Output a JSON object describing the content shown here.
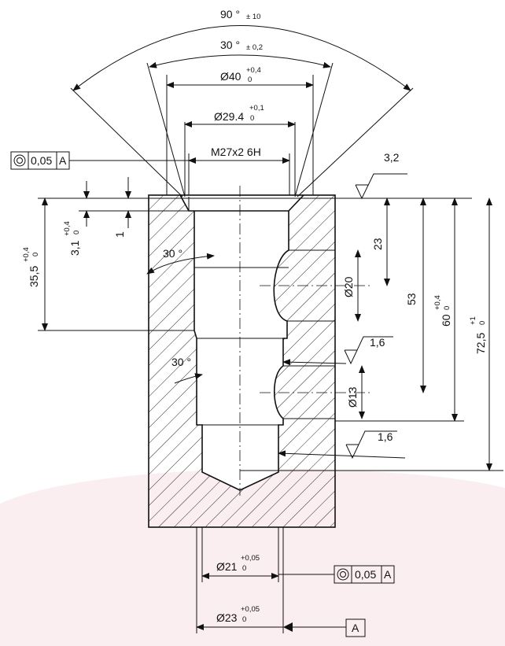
{
  "angles": {
    "outer": {
      "value": "90 °",
      "tol": "± 10"
    },
    "inner": {
      "value": "30 °",
      "tol": "± 0,2"
    },
    "chamfer_top": "30 °",
    "chamfer_bottom": "30 °"
  },
  "diameters": {
    "d40": {
      "value": "Ø40",
      "upper": "+0,4",
      "lower": "0"
    },
    "d29": {
      "value": "Ø29.4",
      "upper": "+0,1",
      "lower": "0"
    },
    "thread": "M27x2 6H",
    "d20": "Ø20",
    "d13": "Ø13",
    "d21": {
      "value": "Ø21",
      "upper": "+0,05",
      "lower": "0"
    },
    "d23": {
      "value": "Ø23",
      "upper": "+0,05",
      "lower": "0"
    }
  },
  "lengths": {
    "l35": {
      "value": "35,5",
      "upper": "+0,4",
      "lower": "0"
    },
    "l3": {
      "value": "3,1",
      "upper": "+0,4",
      "lower": "0"
    },
    "l1": "1",
    "l23": "23",
    "l53": "53",
    "l60": {
      "value": "60",
      "upper": "+0,4",
      "lower": "0"
    },
    "l72": {
      "value": "72,5",
      "upper": "+1",
      "lower": "0"
    }
  },
  "roughness": {
    "top": "3,2",
    "mid": "1,6",
    "low": "1,6"
  },
  "tolerance_frames": {
    "top": {
      "value": "0,05",
      "datum": "A"
    },
    "bottom": {
      "value": "0,05",
      "datum": "A"
    }
  },
  "datum": "A"
}
